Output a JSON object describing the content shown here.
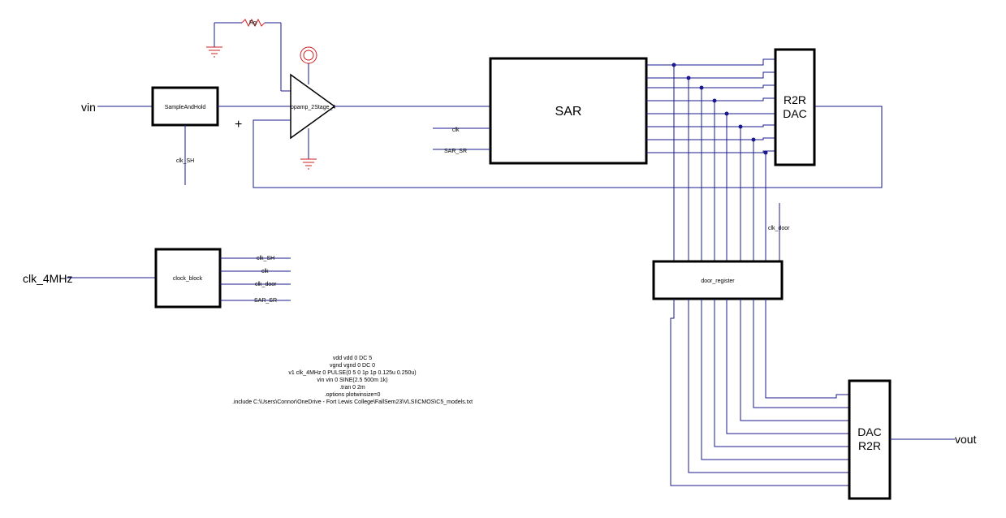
{
  "ports": {
    "vin": "vin",
    "clk_4mhz": "clk_4MHz",
    "vout": "vout",
    "plus": "+"
  },
  "blocks": {
    "sample_hold": "SampleAndHold",
    "opamp": "opamp_2Stage_4",
    "sar": "SAR",
    "r2r_dac_line1": "R2R",
    "r2r_dac_line2": "DAC",
    "clock_block": "clock_block",
    "door_register": "door_register",
    "dac_r2r_line1": "DAC",
    "dac_r2r_line2": "R2R"
  },
  "nets": {
    "clk_sh": "clk_SH",
    "clk": "clk",
    "clk_door": "clk_door",
    "sar_sr": "SAR_SR"
  },
  "resistor_label": "Rg",
  "spice_directives": [
    "vdd vdd 0 DC 5",
    "vgnd vgnd 0 DC 0",
    "v1 clk_4MHz 0 PULSE(0 5 0 1p 1p 0.125u 0.250u)",
    "vin vin 0 SINE(2.5 500m 1k)",
    ".tran 0 2m",
    ".options plotwinsize=0",
    ".include C:\\Users\\Connor\\OneDrive - Fort Lewis College\\FallSem23\\VLSI\\CMOS\\C5_models.txt"
  ],
  "colors": {
    "wire": "#1a1a8c",
    "block": "#000000",
    "supply": "#cc2222",
    "ground": "#cc2222"
  }
}
